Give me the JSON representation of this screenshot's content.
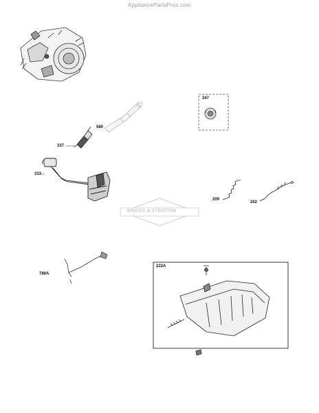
{
  "header": {
    "watermark": "AppliancePartsPros.com"
  },
  "diagram": {
    "brand_logo_text": "BRIGGS & STRATTON",
    "parts": {
      "p337": "337",
      "p580": "580",
      "p347": "347",
      "p333": "333",
      "p209": "209",
      "p202": "202",
      "p789A": "789A",
      "p222A": "222A"
    }
  }
}
